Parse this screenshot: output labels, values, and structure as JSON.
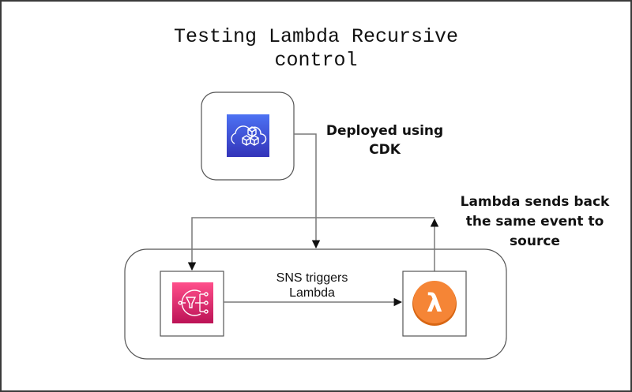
{
  "title": {
    "line1": "Testing Lambda Recursive",
    "line2": "control"
  },
  "annotations": {
    "deploy": {
      "line1": "Deployed using",
      "line2": "CDK"
    },
    "trigger": {
      "line1": "SNS triggers",
      "line2": "Lambda"
    },
    "loop": {
      "line1": "Lambda sends back",
      "line2": "the same event to",
      "line3": "source"
    }
  },
  "nodes": {
    "cdk": {
      "icon": "aws-cdk-cloud-cubes-icon",
      "color_top": "#4d72f3",
      "color_bottom": "#3334b9"
    },
    "sns": {
      "icon": "aws-sns-icon",
      "color_top": "#ff4f8b",
      "color_bottom": "#bc1356"
    },
    "lambda": {
      "icon": "aws-lambda-icon",
      "color": "#f58536",
      "symbol": "λ"
    }
  },
  "colors": {
    "connector": "#7a7a7a",
    "border": "#3a3a3a"
  }
}
